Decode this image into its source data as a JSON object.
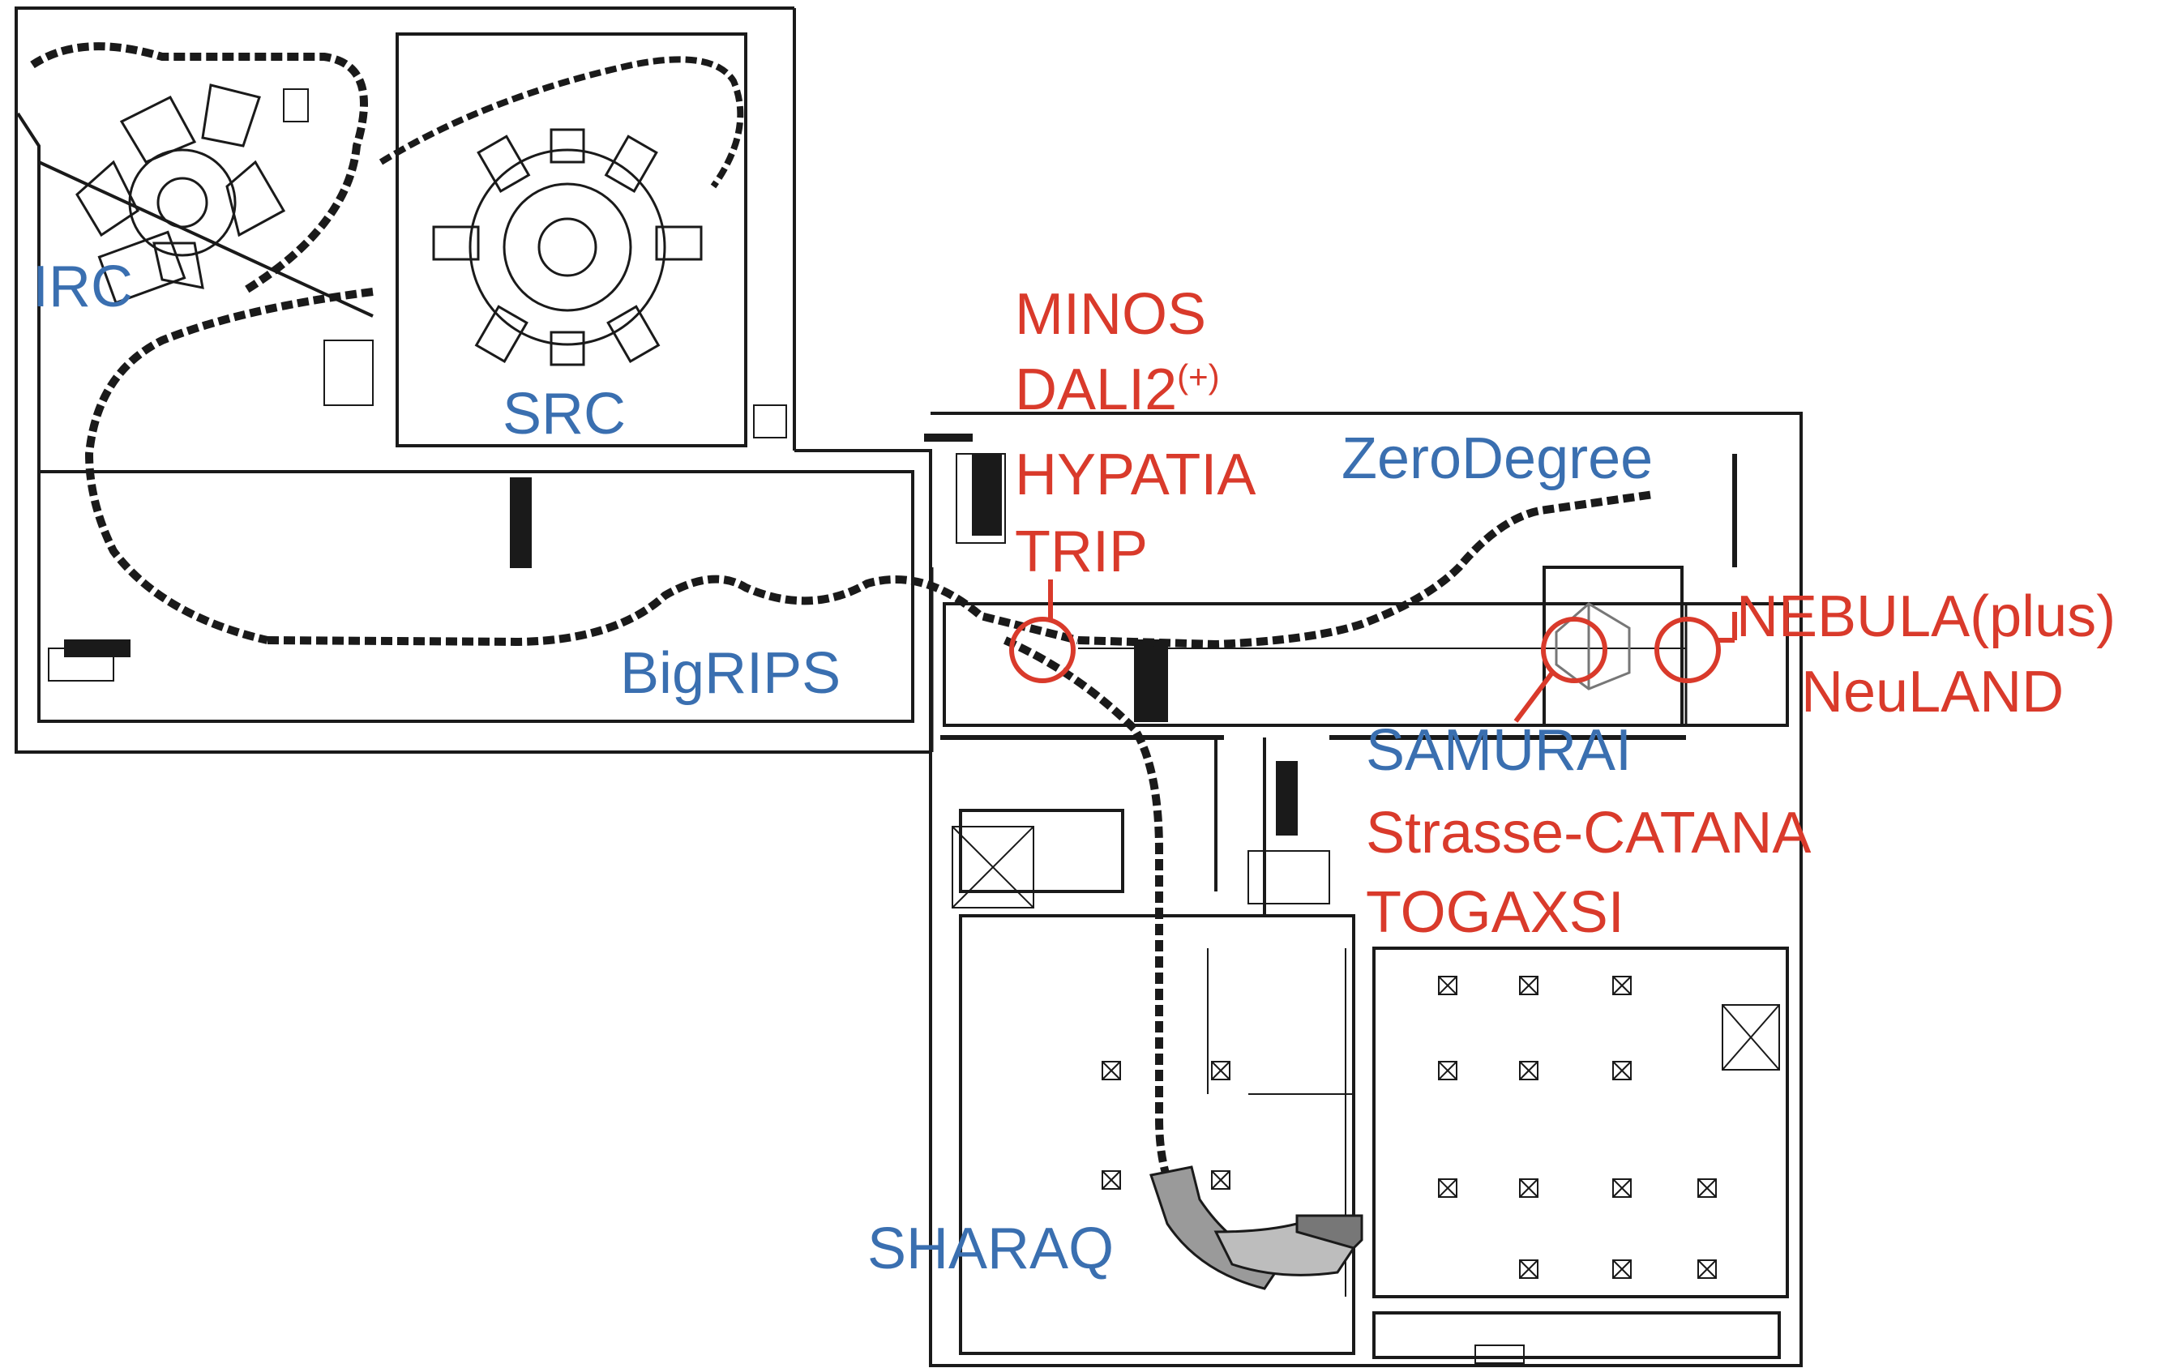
{
  "colors": {
    "facility_label": "#3a6fb0",
    "experiment_label": "#d93a2b",
    "line": "#1a1a1a",
    "beamline_fill": "#9a9a9a",
    "background": "#ffffff"
  },
  "labels": {
    "irc": "IRC",
    "src": "SRC",
    "bigrips": "BigRIPS",
    "zerodegree": "ZeroDegree",
    "samurai": "SAMURAI",
    "sharaq": "SHARAQ",
    "minos": "MINOS",
    "dali2": "DALI2",
    "dali2_sup": "(+)",
    "hypatia": "HYPATIA",
    "trip": "TRIP",
    "nebula": "NEBULA(plus)",
    "neuland": "NeuLAND",
    "strasse_catana": "Strasse-CATANA",
    "togaxsi": "TOGAXSI"
  },
  "icons": {
    "marker": "circle-marker-icon",
    "pillar": "pillar-cross-icon"
  }
}
